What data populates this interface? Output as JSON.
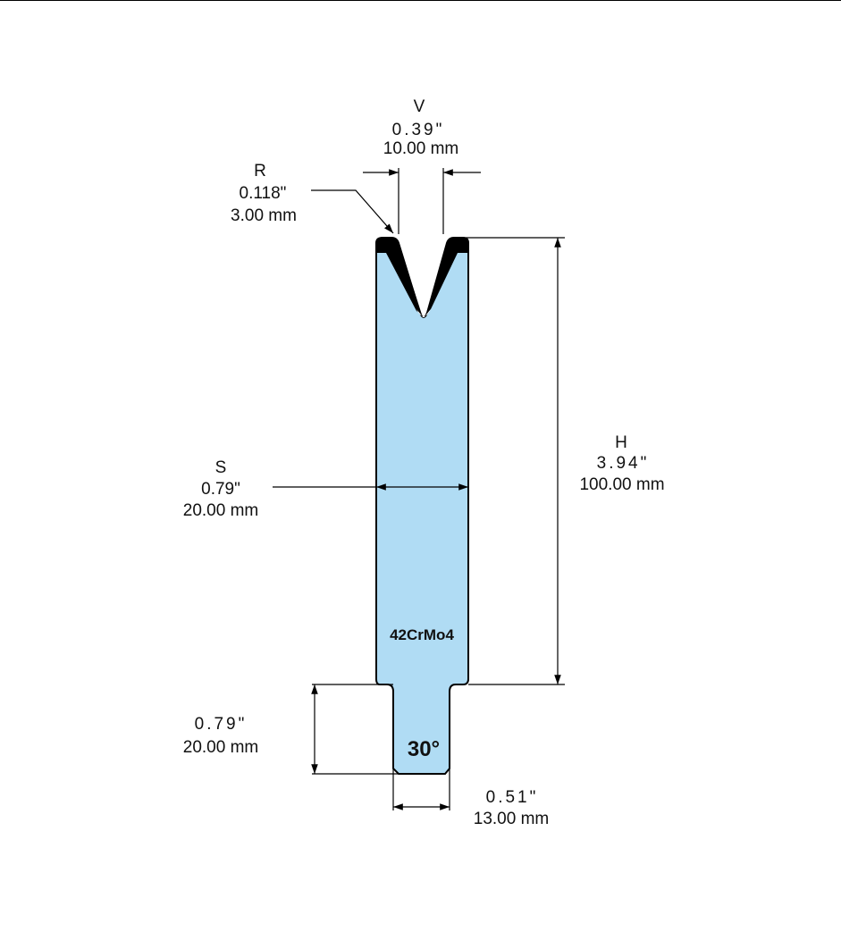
{
  "material": "42CrMo4",
  "angle": "30°",
  "colors": {
    "body": "#b0dcf4",
    "outline": "#000000"
  },
  "dimensions": {
    "V": {
      "label": "V",
      "inch": "0.39\"",
      "mm": "10.00 mm"
    },
    "R": {
      "label": "R",
      "inch": "0.118\"",
      "mm": "3.00 mm"
    },
    "H": {
      "label": "H",
      "inch": "3.94\"",
      "mm": "100.00 mm"
    },
    "S": {
      "label": "S",
      "inch": "0.79\"",
      "mm": "20.00 mm"
    },
    "tang_height": {
      "inch": "0.79\"",
      "mm": "20.00 mm"
    },
    "tang_width": {
      "inch": "0.51\"",
      "mm": "13.00 mm"
    }
  }
}
